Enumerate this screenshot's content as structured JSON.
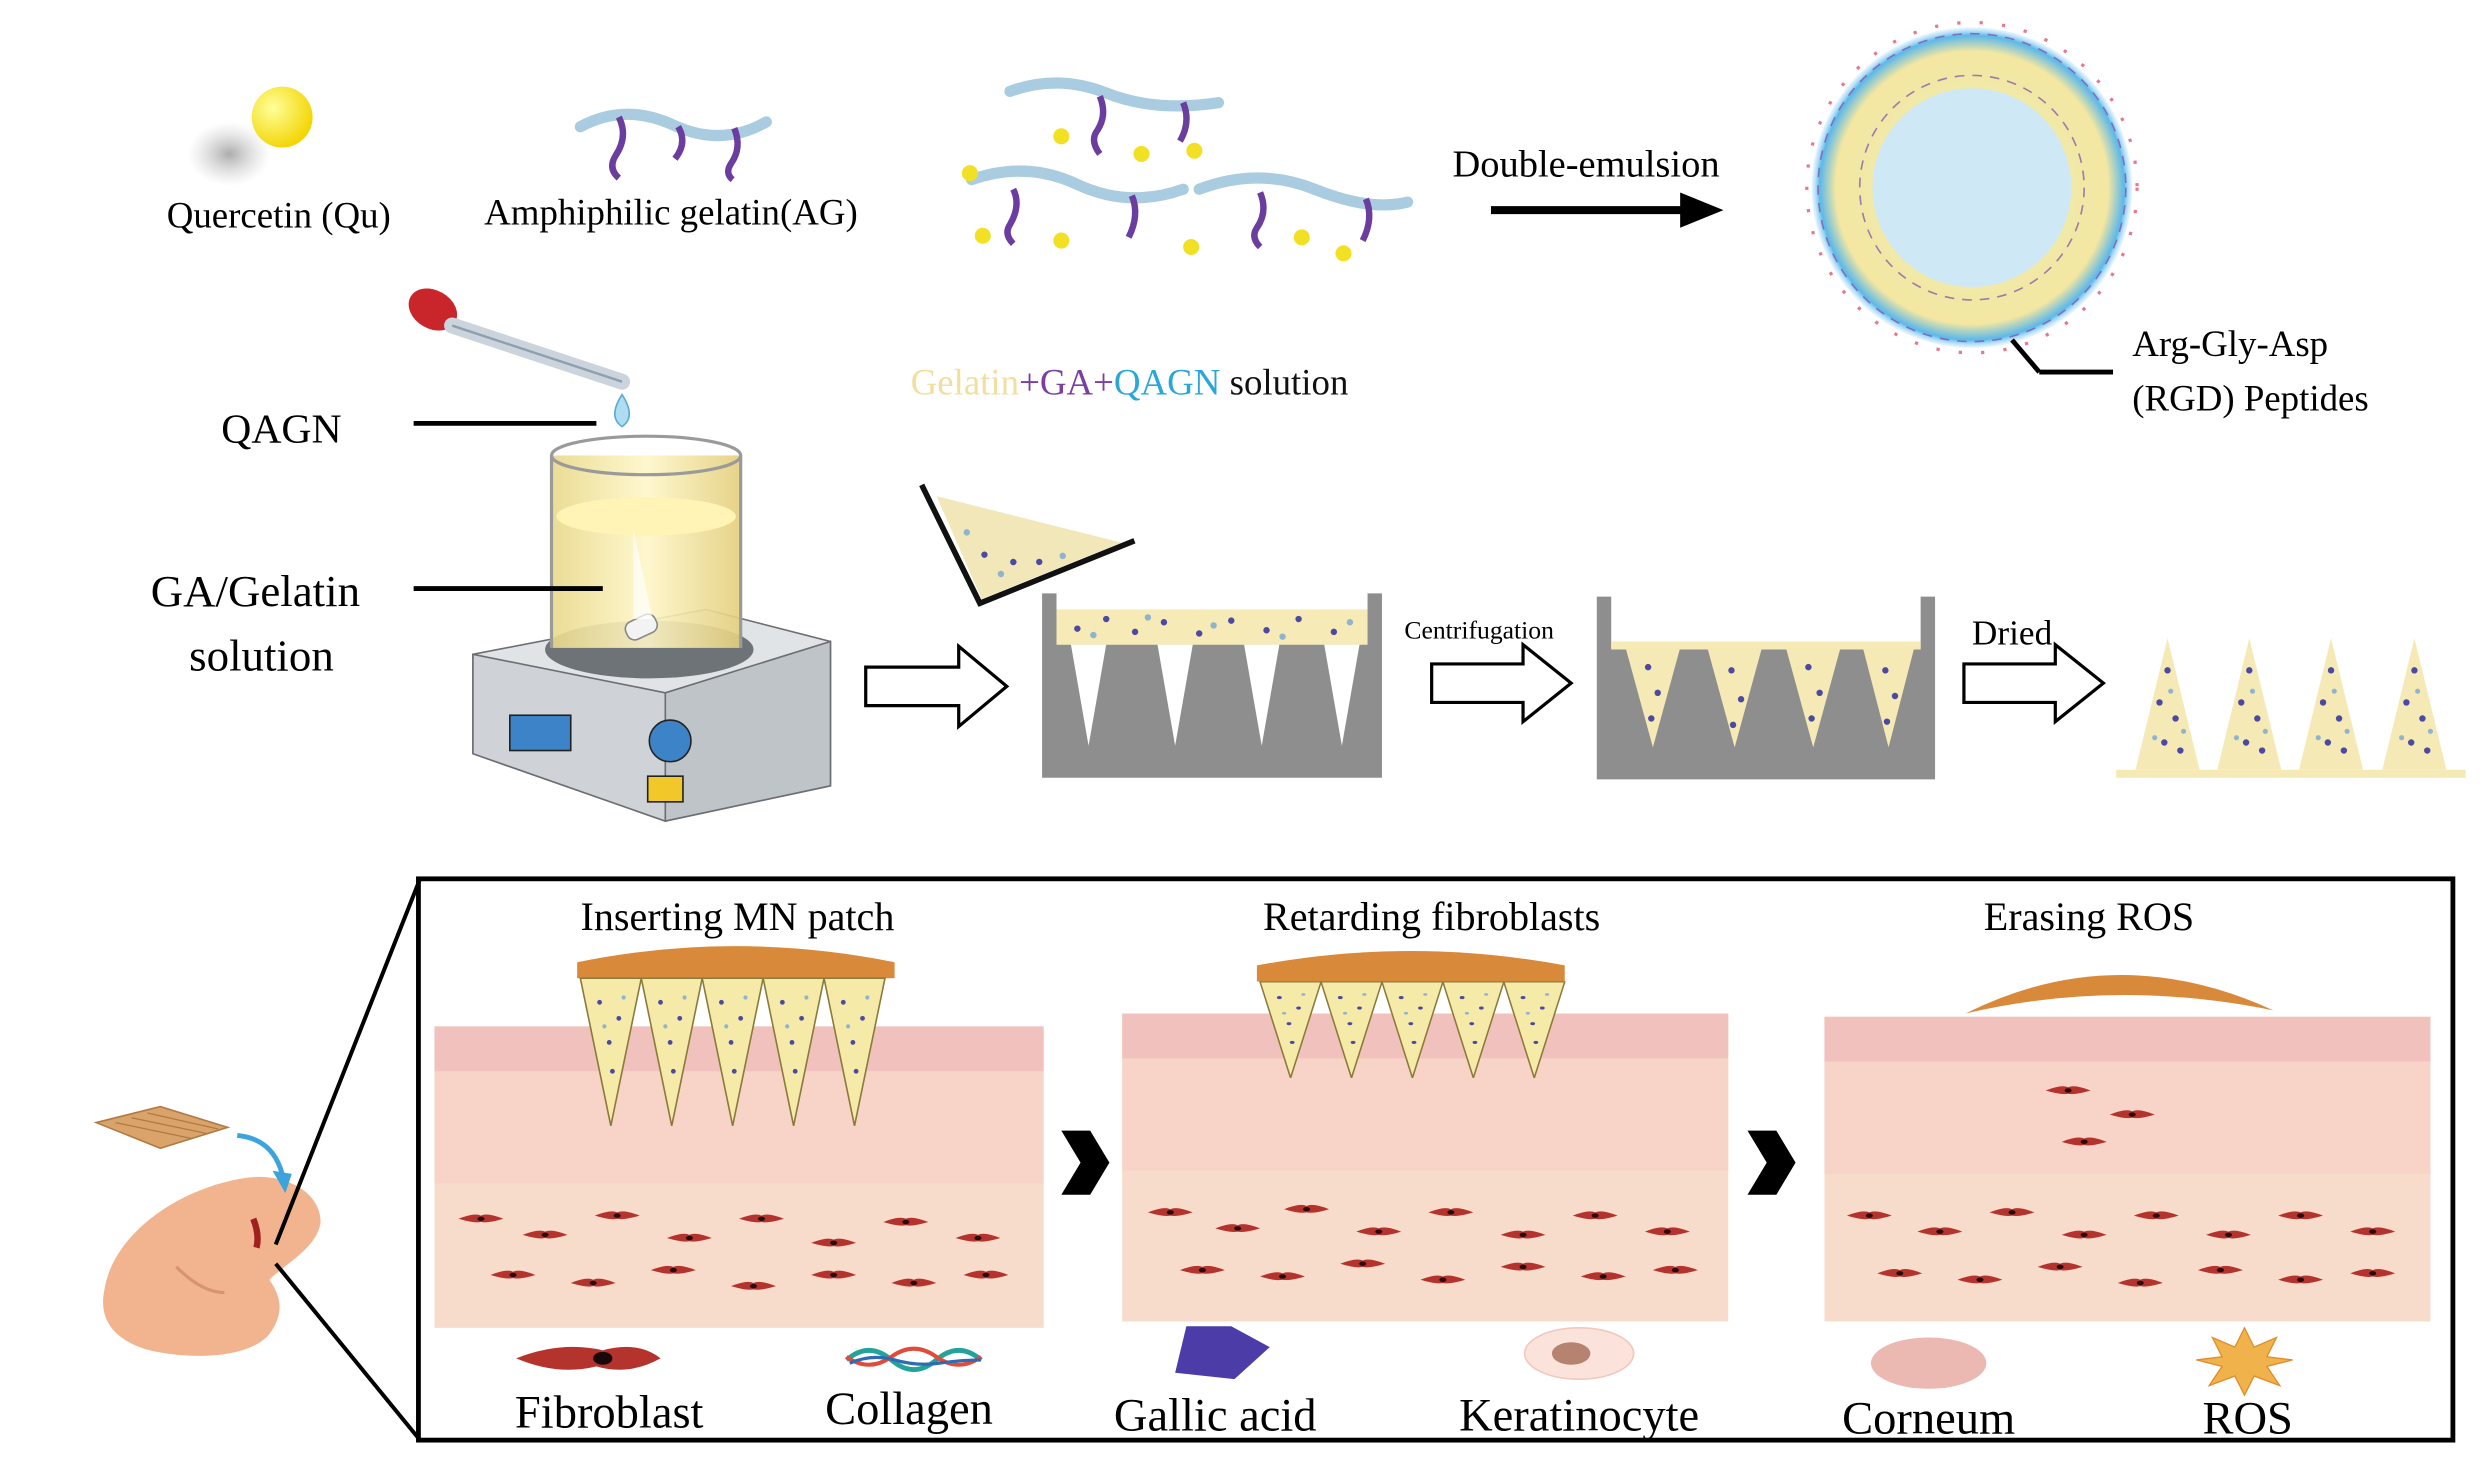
{
  "top": {
    "quercetin_label": "Quercetin (Qu)",
    "ag_label": "Amphiphilic gelatin(AG)",
    "double_emulsion_label": "Double-emulsion",
    "rgd_line1": "Arg-Gly-Asp",
    "rgd_line2": "(RGD) Peptides"
  },
  "fabrication": {
    "qagn_label": "QAGN",
    "ga_gelatin_line1": "GA/Gelatin",
    "ga_gelatin_line2": "solution",
    "solution_parts": {
      "gelatin": "Gelatin",
      "plus1": "+",
      "ga": "GA",
      "plus2": "+",
      "qagn": "QAGN",
      "suffix": " solution"
    },
    "centrifugation_label": "Centrifugation",
    "dried_label": "Dried"
  },
  "stages": [
    {
      "title": "Inserting MN patch"
    },
    {
      "title": "Retarding fibroblasts"
    },
    {
      "title": "Erasing ROS"
    }
  ],
  "legend": [
    {
      "label": "Fibroblast"
    },
    {
      "label": "Collagen"
    },
    {
      "label": "Gallic acid"
    },
    {
      "label": "Keratinocyte"
    },
    {
      "label": "Corneum"
    },
    {
      "label": "ROS"
    }
  ],
  "colors": {
    "gelatin_text": "#f2dfa0",
    "ga_text": "#7a3fa0",
    "qagn_text": "#2aa6d8",
    "skin": "#f8dccb",
    "fibroblast": "#b5332d",
    "patch_base": "#d8893a",
    "needle_fill": "#f6eaa8",
    "mold_gray": "#8e8e8e",
    "stirrer_body": "#d9dce0",
    "emulsion_blue": "#54b6ea"
  },
  "icons": [
    "quercetin-sphere-icon",
    "ag-chain-icon",
    "dropper-icon",
    "beaker-stirrer-icon",
    "microneedle-mold-icon",
    "hand-icon",
    "patch-icon",
    "fibroblast-icon",
    "collagen-icon",
    "gallic-acid-icon",
    "keratinocyte-icon",
    "corneum-icon",
    "ros-icon"
  ]
}
